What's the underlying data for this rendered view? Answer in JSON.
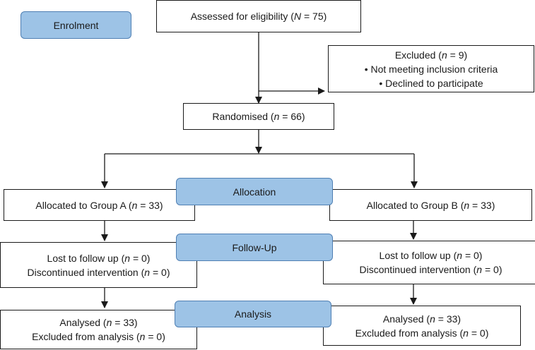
{
  "stages": {
    "enrolment": "Enrolment",
    "allocation": "Allocation",
    "follow_up": "Follow-Up",
    "analysis": "Analysis"
  },
  "assessed": {
    "label": "Assessed for eligibility (",
    "var": "N",
    "rest": " = 75)"
  },
  "excluded": {
    "label": "Excluded (",
    "var": "n",
    "rest": " = 9)",
    "bullets": [
      "• Not meeting inclusion criteria",
      "• Declined to participate"
    ]
  },
  "randomised": {
    "label": "Randomised (",
    "var": "n",
    "rest": " = 66)"
  },
  "group_a": {
    "allocated": {
      "label": "Allocated to Group A (",
      "var": "n",
      "rest": " = 33)"
    },
    "lost": {
      "label": "Lost to follow up (",
      "var": "n",
      "rest": " = 0)"
    },
    "discontinued": {
      "label": "Discontinued intervention (",
      "var": "n",
      "rest": " = 0)"
    },
    "analysed": {
      "label": "Analysed (",
      "var": "n",
      "rest": " = 33)"
    },
    "excluded_analysis": {
      "label": "Excluded from analysis (",
      "var": "n",
      "rest": " = 0)"
    }
  },
  "group_b": {
    "allocated": {
      "label": "Allocated to Group B (",
      "var": "n",
      "rest": " = 33)"
    },
    "lost": {
      "label": "Lost to follow up (",
      "var": "n",
      "rest": " = 0)"
    },
    "discontinued": {
      "label": "Discontinued intervention (",
      "var": "n",
      "rest": " = 0)"
    },
    "analysed": {
      "label": "Analysed (",
      "var": "n",
      "rest": " = 33)"
    },
    "excluded_analysis": {
      "label": "Excluded from analysis (",
      "var": "n",
      "rest": " = 0)"
    }
  },
  "colors": {
    "stage_fill": "#9dc3e6",
    "stage_border": "#4f7fb3",
    "line": "#1a1a1a"
  }
}
